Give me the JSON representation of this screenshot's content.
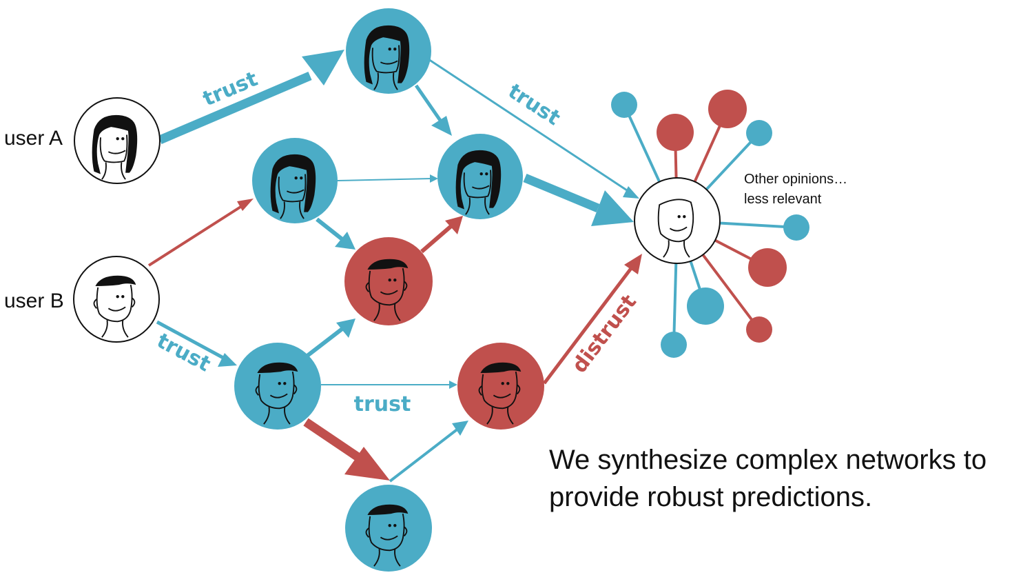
{
  "colors": {
    "trust": "#4bacc6",
    "distrust": "#c0504d",
    "outline": "#111111"
  },
  "labels": {
    "user_a": "user A",
    "user_b": "user B",
    "trust": "trust",
    "distrust": "distrust",
    "other_opinions_line1": "Other opinions…",
    "other_opinions_line2": "less relevant",
    "tagline_line1": "We synthesize complex networks to",
    "tagline_line2": "provide robust predictions."
  }
}
